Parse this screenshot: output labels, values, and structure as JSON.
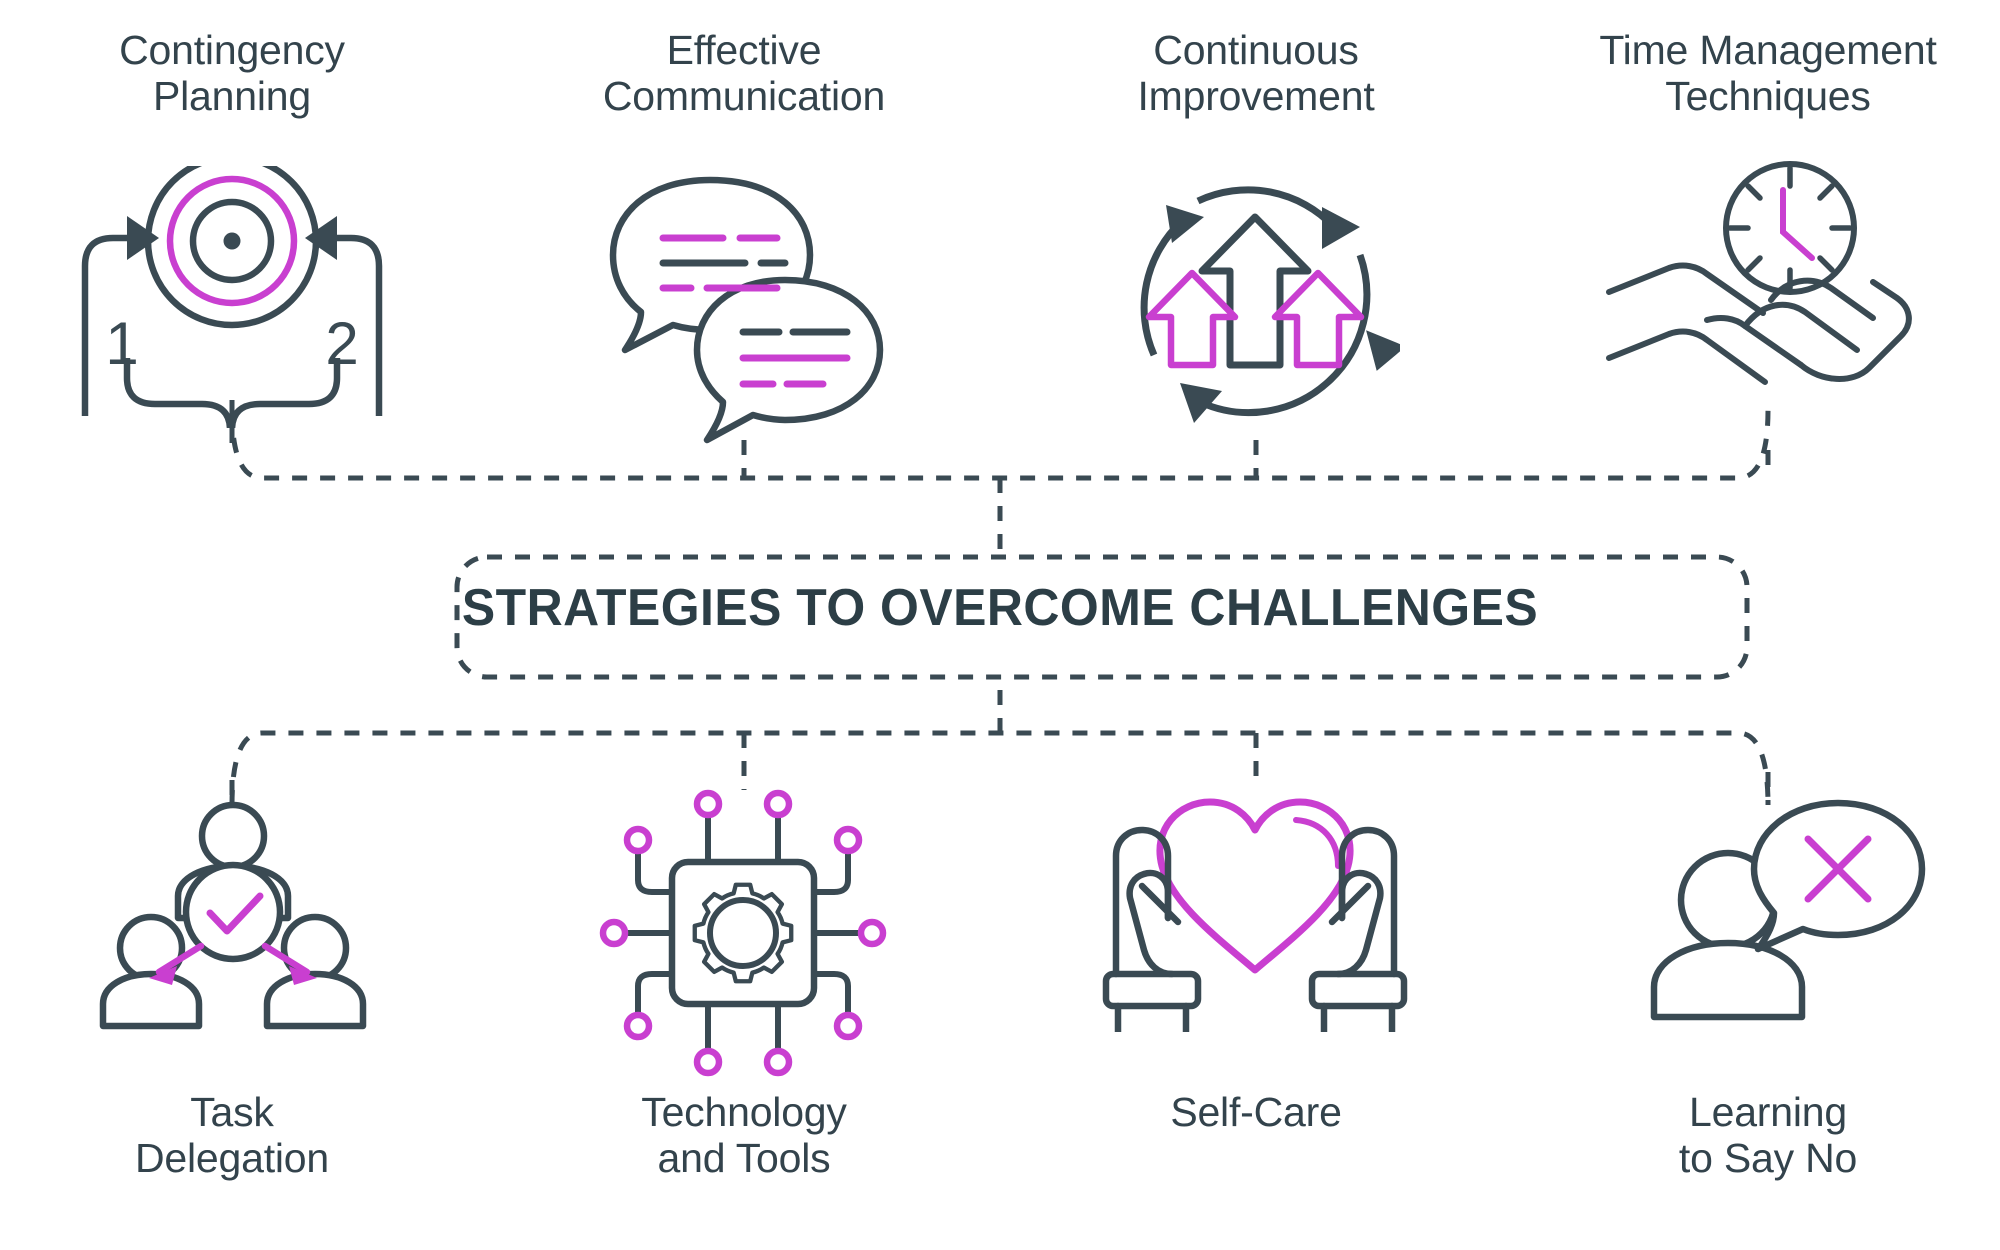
{
  "colors": {
    "ink": "#3A4A53",
    "ink_text": "#33434C",
    "accent": "#C93FD0",
    "background": "#FFFFFF"
  },
  "banner": {
    "title": "STRATEGIES TO OVERCOME CHALLENGES"
  },
  "top_row": [
    {
      "id": "contingency-planning",
      "label": "Contingency\nPlanning",
      "icon": "target-with-cycle-arrows-icon",
      "icon_numbers": [
        "1",
        "2"
      ]
    },
    {
      "id": "effective-communication",
      "label": "Effective\nCommunication",
      "icon": "speech-bubbles-icon"
    },
    {
      "id": "continuous-improvement",
      "label": "Continuous\nImprovement",
      "icon": "upward-arrows-cycle-icon"
    },
    {
      "id": "time-management-techniques",
      "label": "Time Management\nTechniques",
      "icon": "clock-on-hand-icon"
    }
  ],
  "bottom_row": [
    {
      "id": "task-delegation",
      "label": "Task\nDelegation",
      "icon": "people-delegation-check-icon"
    },
    {
      "id": "technology-and-tools",
      "label": "Technology\nand Tools",
      "icon": "microchip-gear-icon"
    },
    {
      "id": "self-care",
      "label": "Self-Care",
      "icon": "hands-holding-heart-icon"
    },
    {
      "id": "learning-to-say-no",
      "label": "Learning\nto Say No",
      "icon": "person-speech-bubble-x-icon"
    }
  ]
}
